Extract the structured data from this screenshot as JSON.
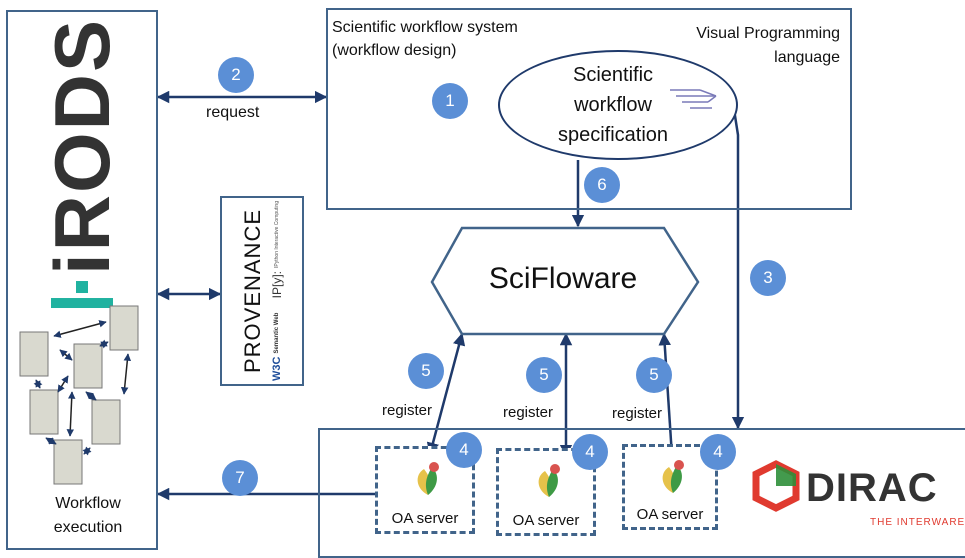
{
  "irods": {
    "logo_text": "iRODS",
    "execution_label_line1": "Workflow",
    "execution_label_line2": "execution"
  },
  "workflow_system": {
    "title_line1": "Scientific workflow system",
    "title_line2": "(workflow design)",
    "vpl_line1": "Visual Programming",
    "vpl_line2": "language",
    "spec_line1": "Scientific",
    "spec_line2": "workflow",
    "spec_line3": "specification"
  },
  "provenance": {
    "label": "PROVENANCE",
    "ipython_logo": "IP[y]:",
    "ipython_caption": "IPython Interactive Computing",
    "w3c_logo": "W3C",
    "semantic_web_logo": "Semantic Web"
  },
  "scifloware": {
    "label": "SciFloware"
  },
  "request_label": "request",
  "register_labels": [
    "register",
    "register",
    "register"
  ],
  "oa_servers": [
    {
      "label": "OA server"
    },
    {
      "label": "OA server"
    },
    {
      "label": "OA server"
    }
  ],
  "dirac": {
    "logo_text": "DIRAC",
    "tagline": "THE INTERWARE"
  },
  "badges": {
    "b1": "1",
    "b2": "2",
    "b3": "3",
    "b4a": "4",
    "b4b": "4",
    "b4c": "4",
    "b5a": "5",
    "b5b": "5",
    "b5c": "5",
    "b6": "6",
    "b7": "7"
  },
  "colors": {
    "border": "#41648a",
    "arrow": "#1f3a6b",
    "badge": "#5b8fd6",
    "irods_text": "#333333",
    "irods_teal": "#20b2a0",
    "dirac_red": "#e03a2f"
  }
}
